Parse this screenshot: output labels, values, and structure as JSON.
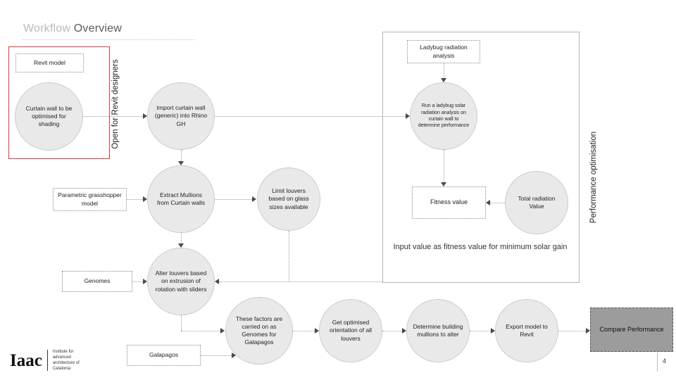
{
  "slide": {
    "title": {
      "muted": "Workflow",
      "emphasis": "Overview"
    },
    "page_number": "4"
  },
  "side_labels": {
    "left_vertical": "Open for Revit designers",
    "right_vertical": "Performance optimisation"
  },
  "nodes": {
    "curtain_wall": "Curtain wall to be optimised for shading",
    "import_curtain": "Import curtain wall (generic) into Rhino GH",
    "extract_mullions": "Extract Mullions from Curtain walls",
    "limit_louvers": "Limit louvers based on glass sizes available",
    "alter_louvers": "Alter louvers based on extrusion of rotation with sliders",
    "factors_genomes": "These factors are carried on as Genomes for Galapagos",
    "optimised_orientation": "Get optimised orientation of all louvers",
    "determine_mullions": "Determine building mullions to alter",
    "export_model": "Export model to Revit",
    "run_ladybug": "Run a ladybug solar radiation analysis on curtain wall to determine performance",
    "total_radiation": "Total radiation Value"
  },
  "labels": {
    "revit_model": "Revit model",
    "parametric_model": "Parametric grasshopper model",
    "genomes": "Genomes",
    "galapagos": "Galapagos",
    "ladybug_analysis": "Ladybug radiation analysis",
    "fitness_value": "Fitness value",
    "compare_performance": "Compare Performance"
  },
  "annotations": {
    "fitness_note": "Input value as fitness value for minimum solar gain"
  },
  "footer": {
    "logo_text": "Iaac",
    "logo_subtext": "Institute for advanced architecture of Catalonia"
  },
  "colors": {
    "highlight-red": "#e03a3a",
    "node-fill": "#e9e9e9",
    "compare-fill": "#9c9c9c"
  }
}
